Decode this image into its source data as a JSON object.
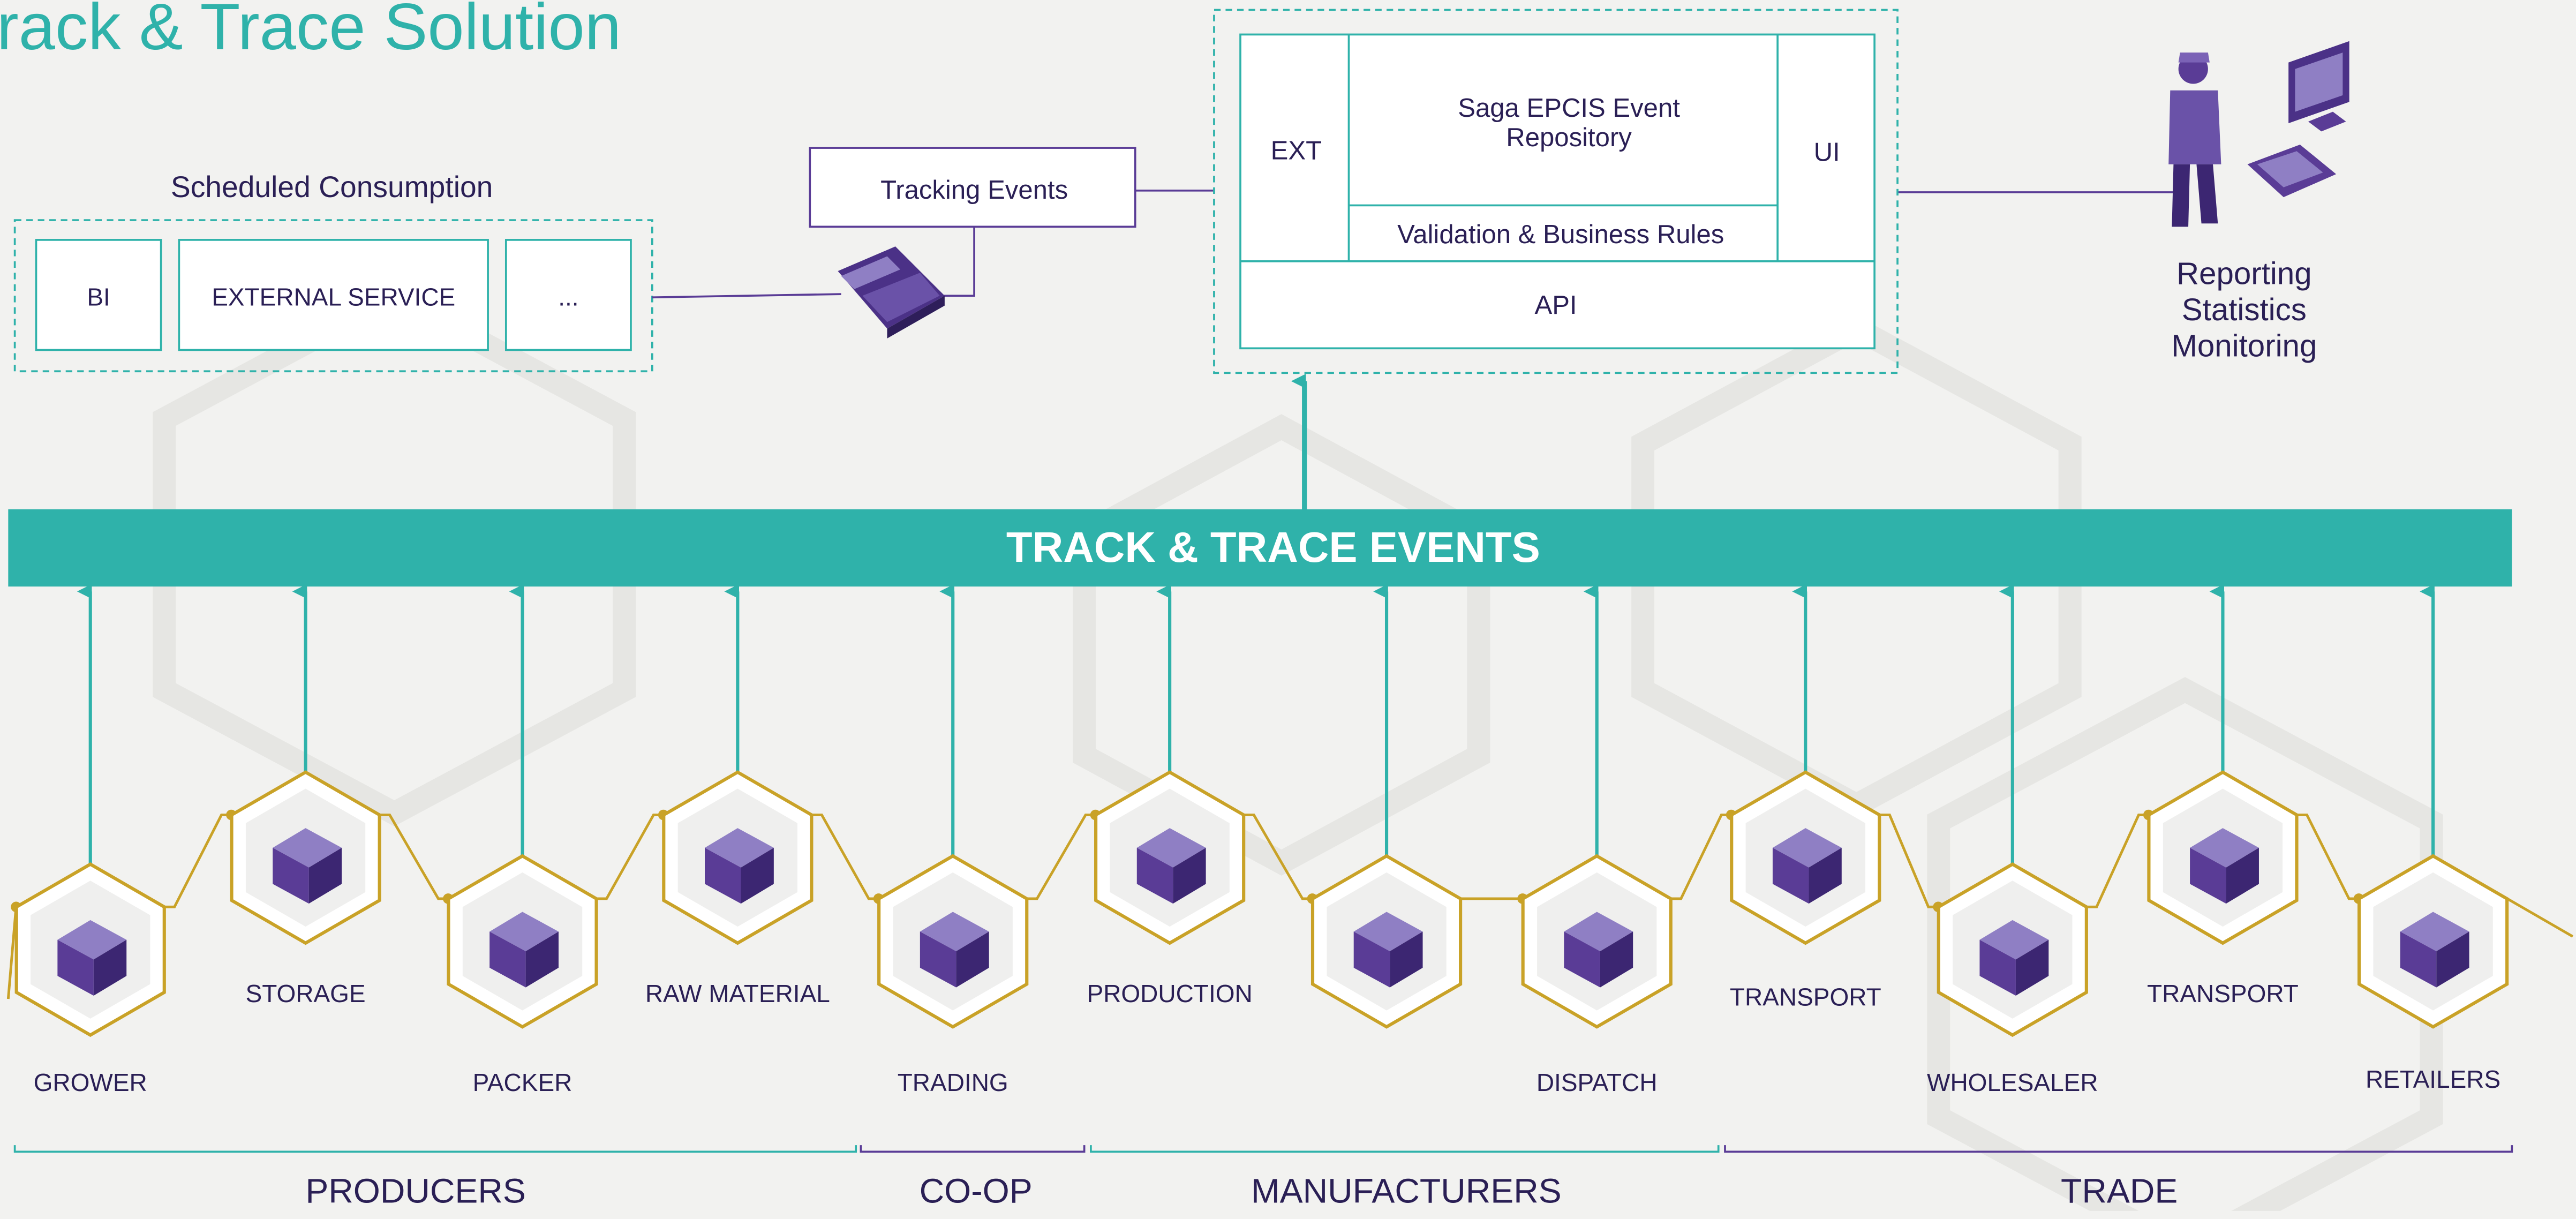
{
  "title": "rack & Trace Solution",
  "colors": {
    "teal": "#2fb2aa",
    "purple": "#5a3c96",
    "gold": "#c9a227",
    "text": "#2a1f55",
    "bg": "#f2f2f0"
  },
  "scheduled": {
    "label": "Scheduled Consumption",
    "items": [
      "BI",
      "EXTERNAL SERVICE",
      "..."
    ]
  },
  "tracking_events": "Tracking Events",
  "repository": {
    "ext": "EXT",
    "core_line1": "Saga EPCIS Event",
    "core_line2": "Repository",
    "validation": "Validation & Business Rules",
    "ui": "UI",
    "api": "API"
  },
  "reporting": {
    "lines": [
      "Reporting",
      "Statistics",
      "Monitoring"
    ]
  },
  "banner": "TRACK & TRACE EVENTS",
  "stages": [
    {
      "label": "GROWER",
      "icon": "tractor-icon"
    },
    {
      "label": "STORAGE",
      "icon": "silo-icon"
    },
    {
      "label": "PACKER",
      "icon": "worker-icon"
    },
    {
      "label": "RAW MATERIAL",
      "icon": "coffee-plant-icon"
    },
    {
      "label": "TRADING",
      "icon": "businessman-icon"
    },
    {
      "label": "PRODUCTION",
      "icon": "factory-line-icon"
    },
    {
      "label": "",
      "icon": "box-icon"
    },
    {
      "label": "DISPATCH",
      "icon": "pallet-icon"
    },
    {
      "label": "TRANSPORT",
      "icon": "truck-icon"
    },
    {
      "label": "WHOLESALER",
      "icon": "warehouse-icon"
    },
    {
      "label": "TRANSPORT",
      "icon": "van-icon"
    },
    {
      "label": "RETAILERS",
      "icon": "store-icon"
    }
  ],
  "groups": [
    {
      "label": "PRODUCERS",
      "color": "#2fb2aa"
    },
    {
      "label": "CO-OP",
      "color": "#5a3c96"
    },
    {
      "label": "MANUFACTURERS",
      "color": "#2fb2aa"
    },
    {
      "label": "TRADE",
      "color": "#5a3c96"
    }
  ]
}
